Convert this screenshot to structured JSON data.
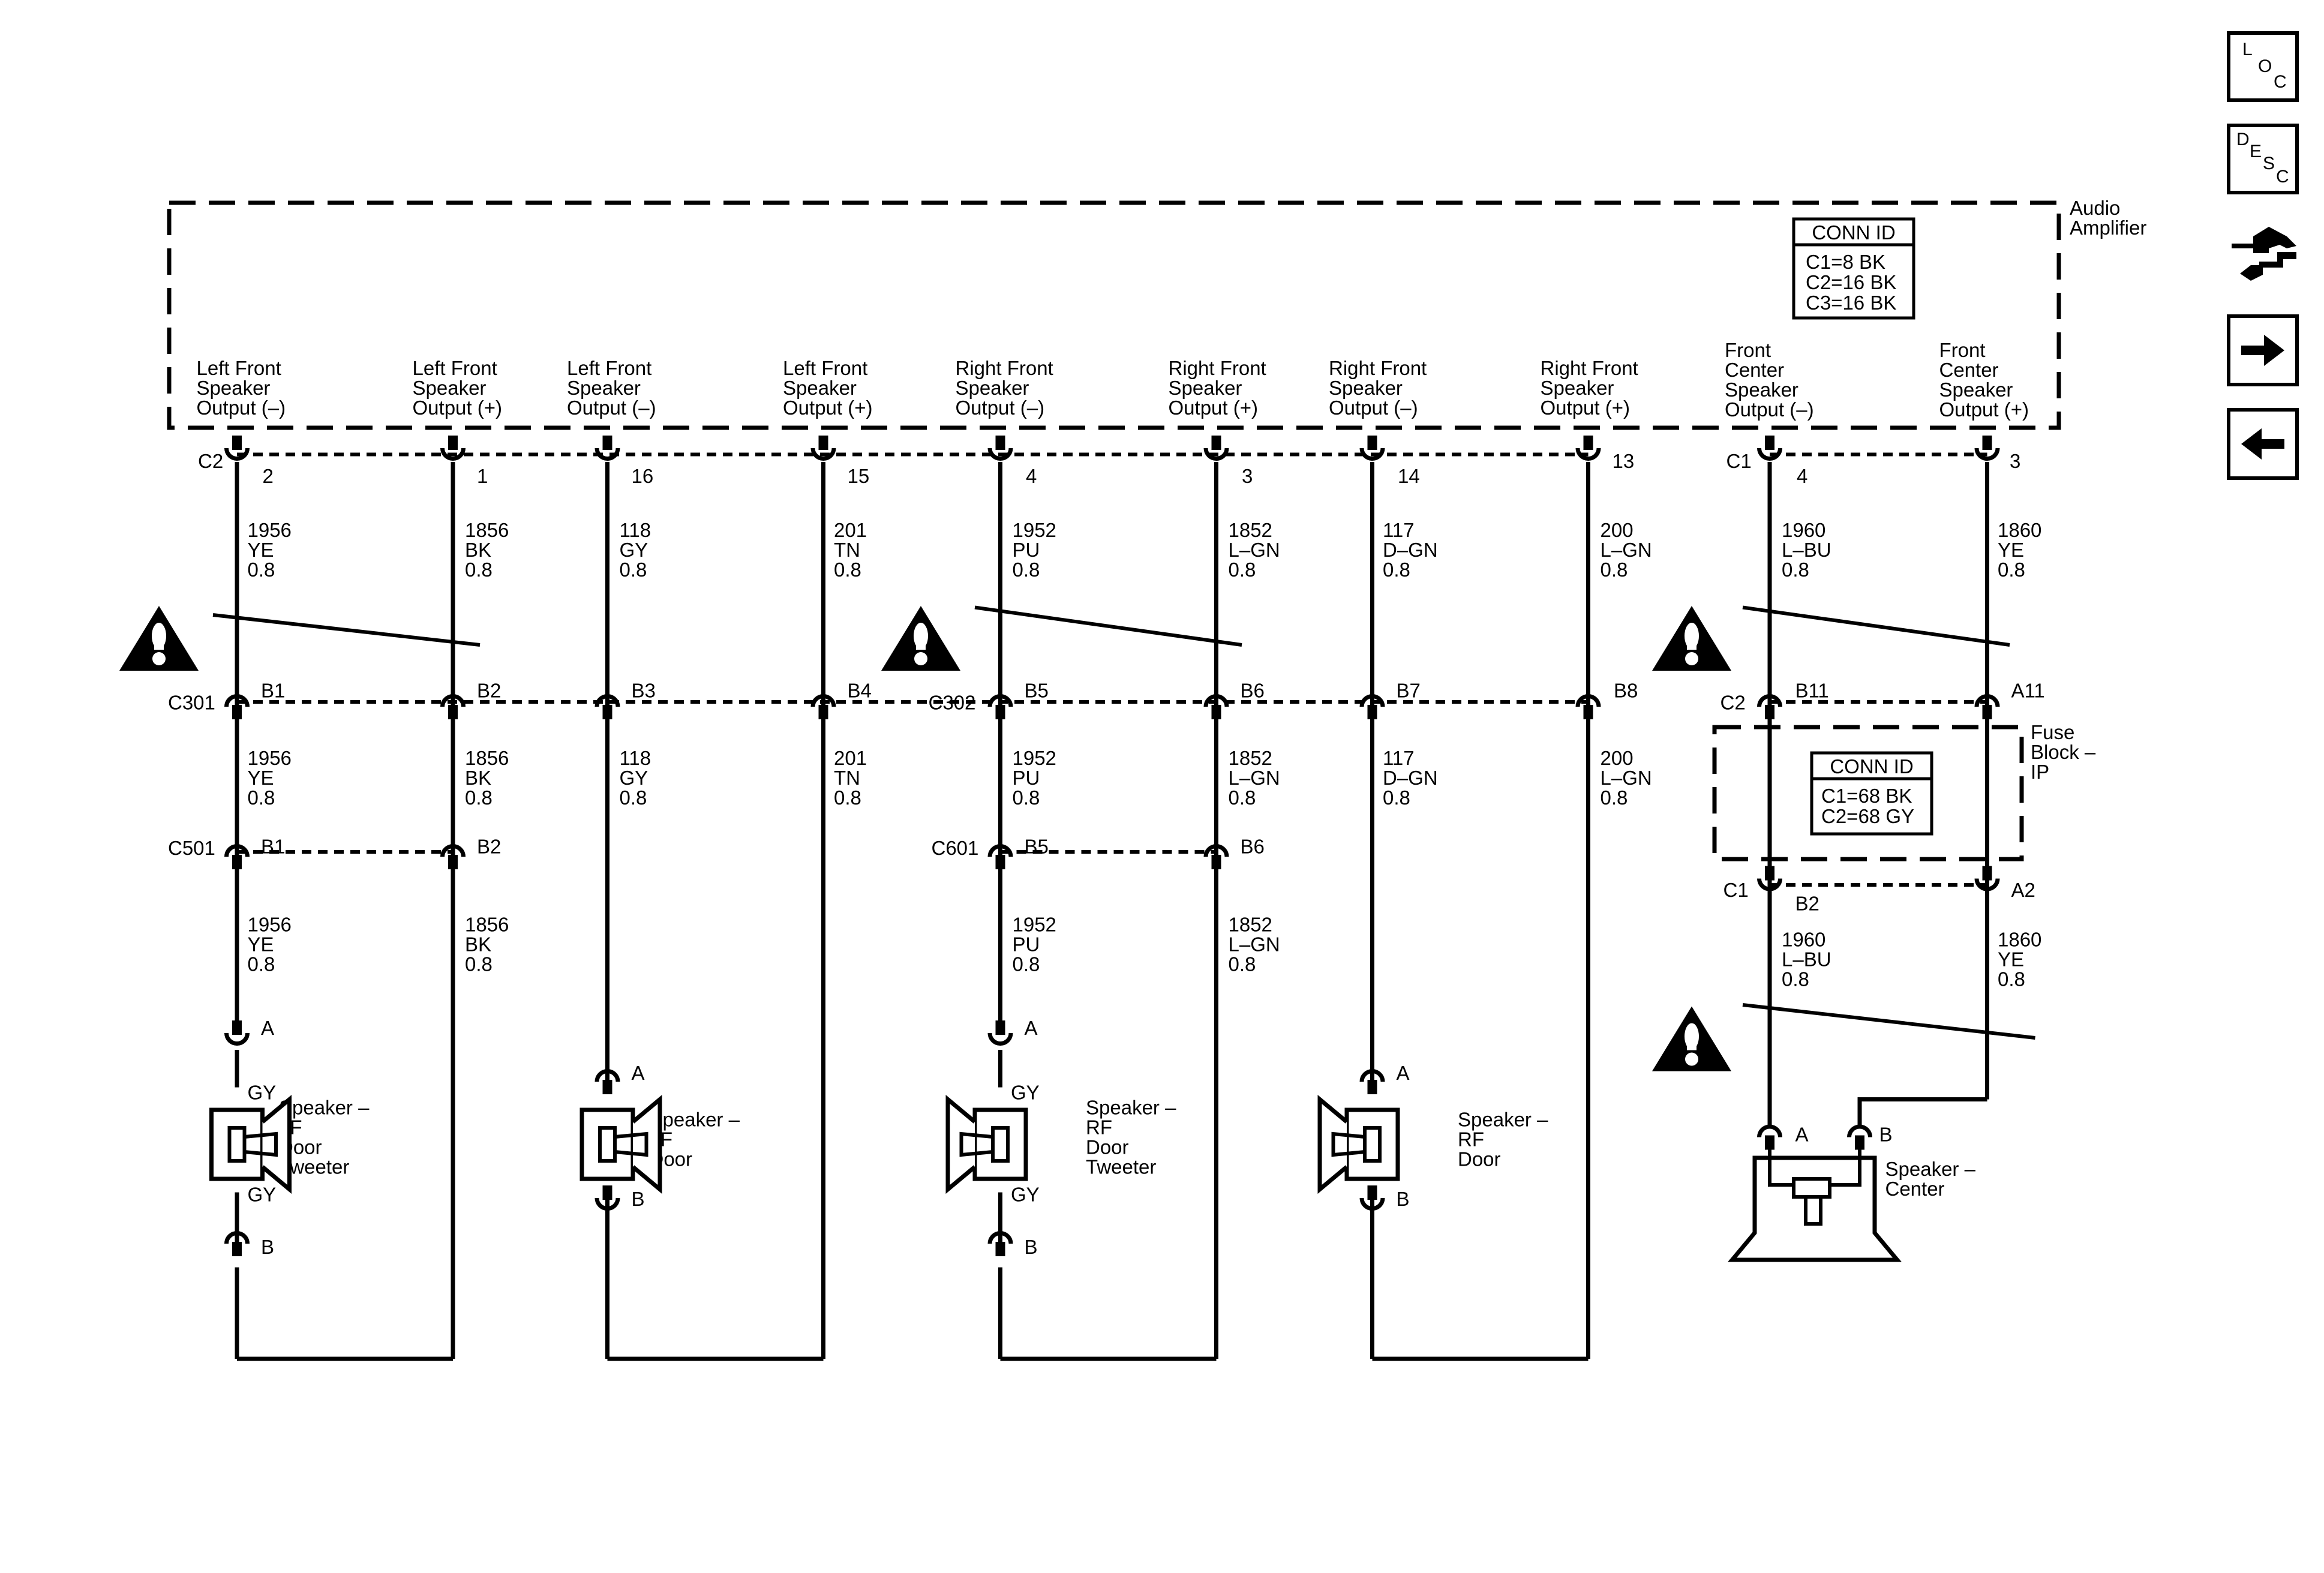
{
  "amplifier": {
    "label_line1": "Audio",
    "label_line2": "Amplifier",
    "conn_id": {
      "title": "CONN ID",
      "rows": [
        "C1=8 BK",
        "C2=16 BK",
        "C3=16 BK"
      ]
    },
    "outputs": [
      [
        "Left Front",
        "Speaker",
        "Output (–)"
      ],
      [
        "Left Front",
        "Speaker",
        "Output (+)"
      ],
      [
        "Left Front",
        "Speaker",
        "Output (–)"
      ],
      [
        "Left Front",
        "Speaker",
        "Output (+)"
      ],
      [
        "Right Front",
        "Speaker",
        "Output (–)"
      ],
      [
        "Right Front",
        "Speaker",
        "Output (+)"
      ],
      [
        "Right Front",
        "Speaker",
        "Output (–)"
      ],
      [
        "Right Front",
        "Speaker",
        "Output (+)"
      ],
      [
        "Front",
        "Center",
        "Speaker",
        "Output (–)"
      ],
      [
        "Front",
        "Center",
        "Speaker",
        "Output (+)"
      ]
    ],
    "connectors": [
      "C2",
      "C1"
    ],
    "pins": [
      "2",
      "1",
      "16",
      "15",
      "4",
      "3",
      "14",
      "13",
      "4",
      "3"
    ]
  },
  "wires_top": [
    [
      "1956",
      "YE",
      "0.8"
    ],
    [
      "1856",
      "BK",
      "0.8"
    ],
    [
      "118",
      "GY",
      "0.8"
    ],
    [
      "201",
      "TN",
      "0.8"
    ],
    [
      "1952",
      "PU",
      "0.8"
    ],
    [
      "1852",
      "L–GN",
      "0.8"
    ],
    [
      "117",
      "D–GN",
      "0.8"
    ],
    [
      "200",
      "L–GN",
      "0.8"
    ],
    [
      "1960",
      "L–BU",
      "0.8"
    ],
    [
      "1860",
      "YE",
      "0.8"
    ]
  ],
  "inline_connectors": {
    "names": [
      "C301",
      "C302",
      "C2"
    ],
    "pins": [
      "B1",
      "B2",
      "B3",
      "B4",
      "B5",
      "B6",
      "B7",
      "B8",
      "B11",
      "A11"
    ]
  },
  "wires_middle": [
    [
      "1956",
      "YE",
      "0.8"
    ],
    [
      "1856",
      "BK",
      "0.8"
    ],
    [
      "118",
      "GY",
      "0.8"
    ],
    [
      "201",
      "TN",
      "0.8"
    ],
    [
      "1952",
      "PU",
      "0.8"
    ],
    [
      "1852",
      "L–GN",
      "0.8"
    ],
    [
      "117",
      "D–GN",
      "0.8"
    ],
    [
      "200",
      "L–GN",
      "0.8"
    ]
  ],
  "door_connectors": {
    "names": [
      "C501",
      "C601"
    ],
    "pins": [
      "B1",
      "B2",
      "B5",
      "B6"
    ]
  },
  "wires_lower": [
    [
      "1956",
      "YE",
      "0.8"
    ],
    [
      "1856",
      "BK",
      "0.8"
    ],
    [
      "1952",
      "PU",
      "0.8"
    ],
    [
      "1852",
      "L–GN",
      "0.8"
    ]
  ],
  "fuse_block": {
    "label": [
      "Fuse",
      "Block –",
      "IP"
    ],
    "conn_id": {
      "title": "CONN ID",
      "rows": [
        "C1=68 BK",
        "C2=68 GY"
      ]
    },
    "connector": "C1",
    "pins": [
      "B2",
      "A2"
    ],
    "wires": [
      [
        "1960",
        "L–BU",
        "0.8"
      ],
      [
        "1860",
        "YE",
        "0.8"
      ]
    ]
  },
  "speakers": [
    {
      "label": [
        "Speaker –",
        "LF",
        "Door",
        "Tweeter"
      ],
      "pin_a": "A",
      "pin_b": "B",
      "wire_a": "GY",
      "wire_b": "GY"
    },
    {
      "label": [
        "Speaker –",
        "LF",
        "Door"
      ],
      "pin_a": "A",
      "pin_b": "B"
    },
    {
      "label": [
        "Speaker –",
        "RF",
        "Door",
        "Tweeter"
      ],
      "pin_a": "A",
      "pin_b": "B",
      "wire_a": "GY",
      "wire_b": "GY"
    },
    {
      "label": [
        "Speaker –",
        "RF",
        "Door"
      ],
      "pin_a": "A",
      "pin_b": "B"
    },
    {
      "label": [
        "Speaker –",
        "Center"
      ],
      "pin_a": "A",
      "pin_b": "B"
    }
  ],
  "sidebar": {
    "loc": [
      "L",
      "O",
      "C"
    ],
    "desc": [
      "D",
      "E",
      "S",
      "C"
    ],
    "icons": [
      "connector-view-icon",
      "arrow-right-icon",
      "arrow-left-icon"
    ]
  },
  "colors": {
    "line": "#000000",
    "background": "#ffffff"
  }
}
